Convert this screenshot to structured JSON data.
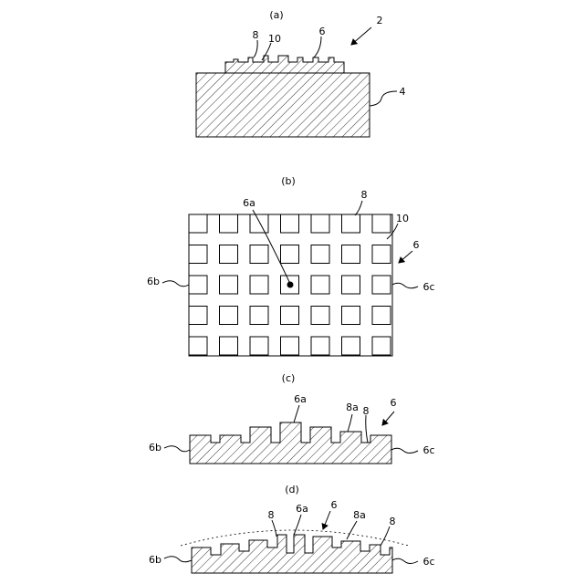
{
  "figures": {
    "a": {
      "caption": "(a)",
      "labels": {
        "l8": "8",
        "l10": "10",
        "l6": "6",
        "l2": "2",
        "l4": "4"
      }
    },
    "b": {
      "caption": "(b)",
      "grid": {
        "rows": 5,
        "cols": 7
      },
      "labels": {
        "l6a": "6a",
        "l8": "8",
        "l10": "10",
        "l6": "6",
        "l6b": "6b",
        "l6c": "6c"
      }
    },
    "c": {
      "caption": "(c)",
      "labels": {
        "l6a": "6a",
        "l8a": "8a",
        "l8": "8",
        "l6": "6",
        "l6b": "6b",
        "l6c": "6c"
      }
    },
    "d": {
      "caption": "(d)",
      "labels": {
        "l8": "8",
        "l6a": "6a",
        "l6": "6",
        "l8a": "8a",
        "l8b": "8",
        "l6b": "6b",
        "l6c": "6c"
      }
    }
  }
}
